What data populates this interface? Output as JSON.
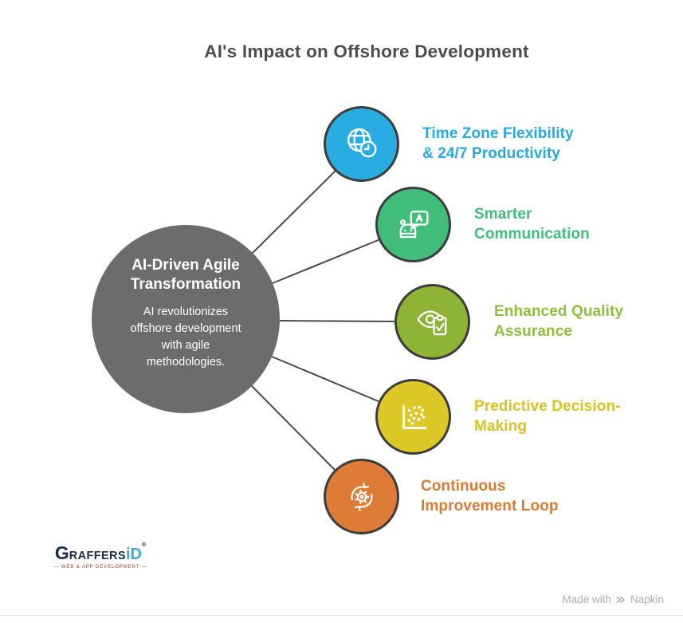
{
  "title": "AI's Impact on Offshore Development",
  "center": {
    "heading": "AI-Driven Agile\nTransformation",
    "body": "AI revolutionizes\noffshore development\nwith agile\nmethodologies.",
    "bg_color": "#6C6C6C"
  },
  "nodes": [
    {
      "id": "time-zone",
      "icon": "globe-clock-icon",
      "color": "#29ACE2",
      "label_color": "#27A9E1",
      "label": "Time Zone Flexibility\n& 24/7 Productivity"
    },
    {
      "id": "communication",
      "icon": "chat-bot-icon",
      "color": "#41BD7A",
      "label_color": "#3FBD7B",
      "label": "Smarter\nCommunication"
    },
    {
      "id": "quality",
      "icon": "eye-clipboard-icon",
      "color": "#8DB435",
      "label_color": "#8FBE3F",
      "label": "Enhanced Quality\nAssurance"
    },
    {
      "id": "predictive",
      "icon": "scatter-chart-icon",
      "color": "#DCC827",
      "label_color": "#D9C320",
      "label": "Predictive Decision-\nMaking"
    },
    {
      "id": "improvement",
      "icon": "refresh-gear-icon",
      "color": "#DE7B36",
      "label_color": "#DC7A33",
      "label": "Continuous\nImprovement Loop"
    }
  ],
  "style": {
    "title_color": "#4D4D4D",
    "node_border_color": "#3D3D3D",
    "line_color": "#4A4A4A",
    "credit_color": "#ADADAD"
  },
  "footer": {
    "logo_g": "G",
    "logo_raffers": "RAFFERS",
    "logo_id": "iD",
    "logo_reg": "®",
    "logo_tagline": "— WEB & APP DEVELOPMENT —",
    "credit_prefix": "Made with",
    "credit_brand": "Napkin"
  }
}
